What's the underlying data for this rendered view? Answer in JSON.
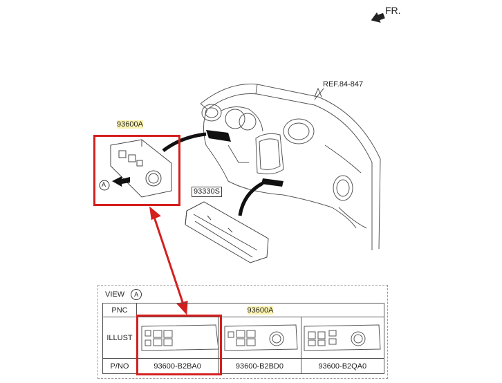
{
  "direction_label": "FR.",
  "ref_label": "REF.84-847",
  "callouts": {
    "switch_assembly_pnc": "93600A",
    "lower_module_pnc": "93330S",
    "view_marker": "A"
  },
  "view_table": {
    "view_label": "VIEW",
    "view_marker": "A",
    "row_headers": [
      "PNC",
      "ILLUST",
      "P/NO"
    ],
    "pnc_value": "93600A",
    "part_numbers": [
      "93600-B2BA0",
      "93600-B2BD0",
      "93600-B2QA0"
    ]
  },
  "colors": {
    "highlight_red": "#d41f1f",
    "pnc_highlight": "#fbf3b0"
  }
}
